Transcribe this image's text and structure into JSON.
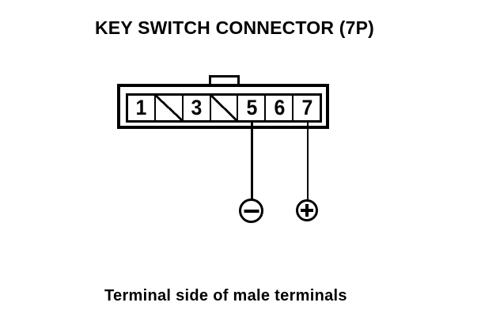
{
  "title": "KEY SWITCH CONNECTOR (7P)",
  "caption": "Terminal side of male terminals",
  "connector": {
    "pin_count_label": "7P",
    "cells": [
      {
        "label": "1",
        "state": "pin"
      },
      {
        "label": "",
        "state": "blocked"
      },
      {
        "label": "3",
        "state": "pin"
      },
      {
        "label": "",
        "state": "blocked"
      },
      {
        "label": "5",
        "state": "pin"
      },
      {
        "label": "6",
        "state": "pin"
      },
      {
        "label": "7",
        "state": "pin"
      }
    ],
    "terminals": [
      {
        "from_pin": "5",
        "icon": "minus-terminal-icon",
        "symbol": "minus"
      },
      {
        "from_pin": "7",
        "icon": "plus-terminal-icon",
        "symbol": "plus"
      }
    ]
  },
  "colors": {
    "ink": "#000000",
    "paper": "#ffffff"
  }
}
